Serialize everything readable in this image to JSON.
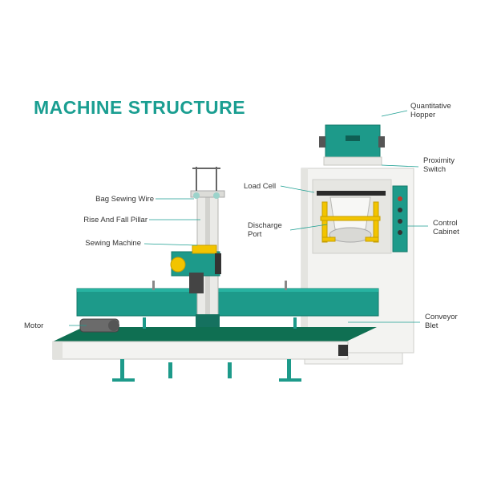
{
  "title": "MACHINE STRUCTURE",
  "colors": {
    "accent": "#1a9e91",
    "machine_green": "#1d9a8a",
    "dark_green": "#15715f",
    "yellow": "#f2c400",
    "body_white": "#f3f3f1",
    "leader_line": "#1a9e91"
  },
  "labels": {
    "quantitative_hopper": [
      "Quantitative",
      "Hopper"
    ],
    "proximity_switch": [
      "Proximity",
      "Switch"
    ],
    "load_cell": "Load Cell",
    "control_cabinet": [
      "Control",
      "Cabinet"
    ],
    "discharge_port": [
      "Discharge",
      "Port"
    ],
    "bag_sewing_wire": "Bag Sewing Wire",
    "rise_fall_pillar": "Rise And Fall Pillar",
    "sewing_machine": "Sewing Machine",
    "motor": "Motor",
    "conveyor_belt": [
      "Conveyor",
      "Blet"
    ]
  }
}
